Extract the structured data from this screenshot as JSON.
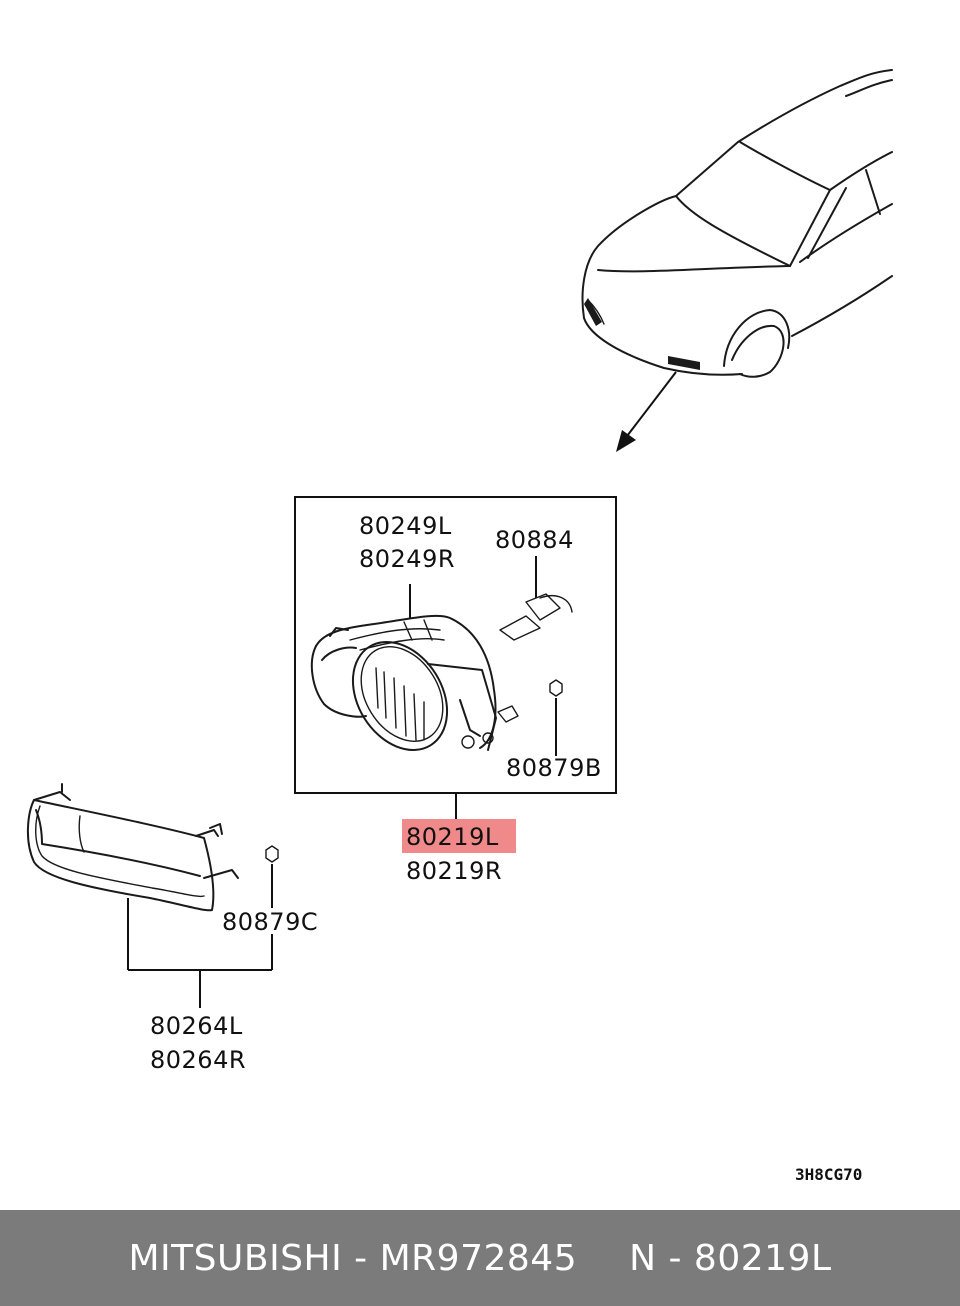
{
  "parts": {
    "fog_lamp_unit_top": "80249L",
    "fog_lamp_unit_bottom": "80249R",
    "bulb": "80884",
    "lamp_nut": "80879B",
    "assembly_left": "80219L",
    "assembly_right": "80219R",
    "bezel_nut": "80879C",
    "bezel_left": "80264L",
    "bezel_right": "80264R"
  },
  "diagram_code": "3H8CG70",
  "highlight_color": "#f08a8a",
  "footer": {
    "brand_part": "MITSUBISHI - MR972845",
    "ref": "N - 80219L",
    "background": "#7b7b7b"
  }
}
